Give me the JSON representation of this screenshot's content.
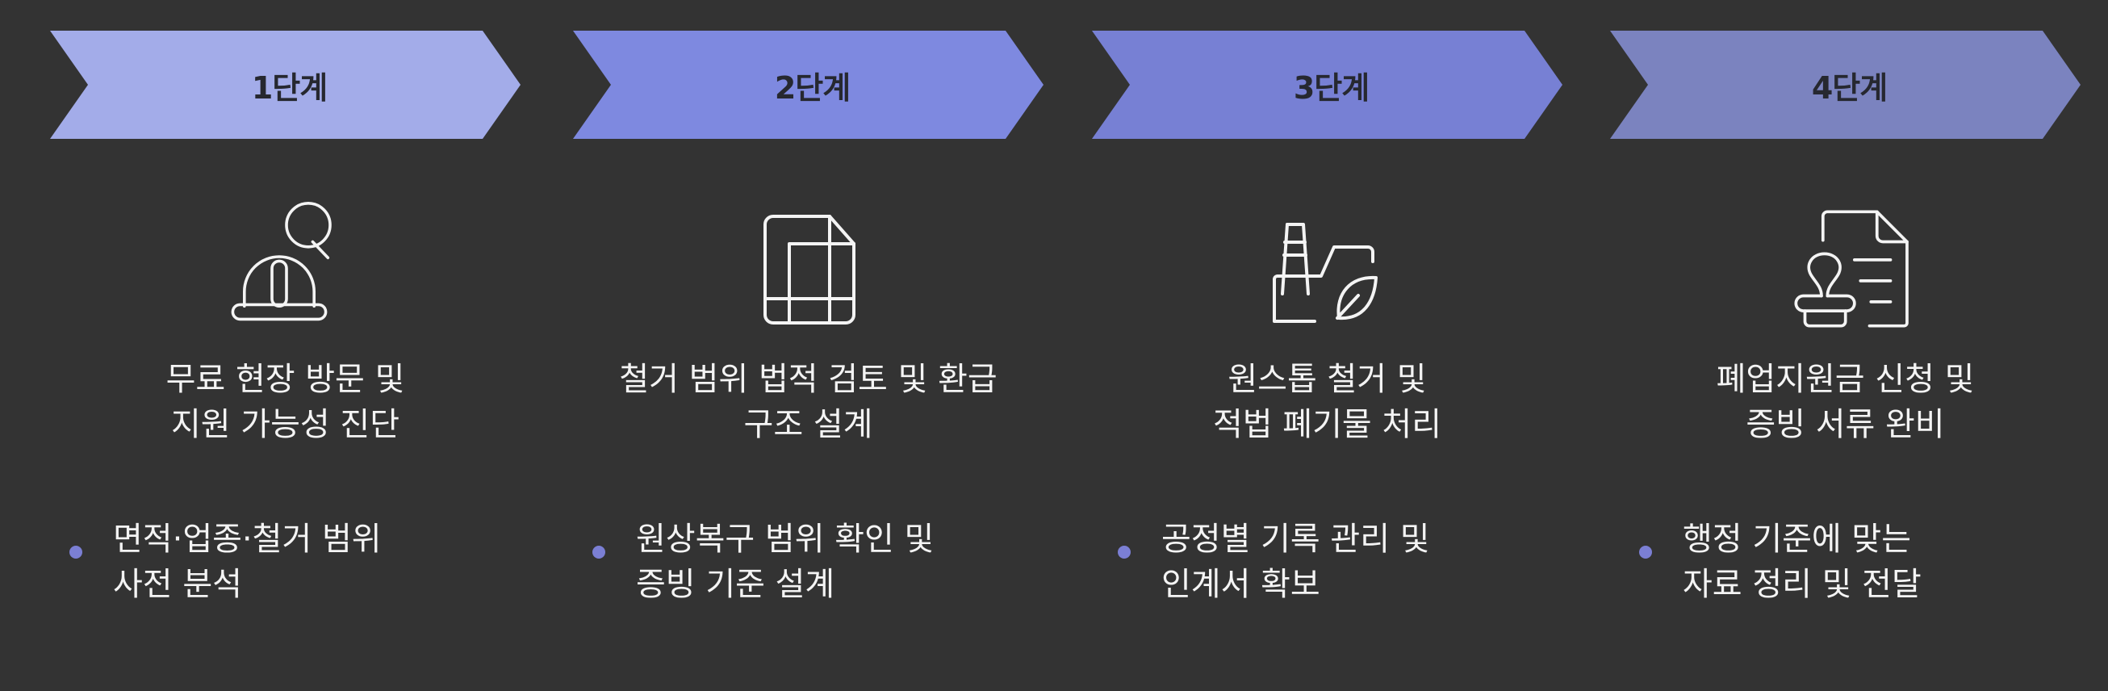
{
  "colors": {
    "background": "#333333",
    "chevron_1": "#a3ace9",
    "chevron_2": "#7e89e0",
    "chevron_3": "#7780d4",
    "chevron_4": "#7b83bf",
    "chevron_text": "#262830",
    "bullet_dot": "#7b7fd4",
    "text": "#f4f4f4"
  },
  "steps": [
    {
      "label": "1단계",
      "icon": "hardhat-search-icon",
      "title": "무료 현장 방문 및\n지원 가능성 진단",
      "bullet": "면적·업종·철거 범위\n사전 분석"
    },
    {
      "label": "2단계",
      "icon": "floor-plan-document-icon",
      "title": "철거 범위 법적 검토 및 환급\n구조 설계",
      "bullet": "원상복구 범위 확인 및\n증빙 기준 설계"
    },
    {
      "label": "3단계",
      "icon": "factory-leaf-icon",
      "title": "원스톱 철거 및\n적법 폐기물 처리",
      "bullet": "공정별 기록 관리 및\n인계서 확보"
    },
    {
      "label": "4단계",
      "icon": "stamp-document-icon",
      "title": "폐업지원금 신청 및\n증빙 서류 완비",
      "bullet": "행정 기준에 맞는\n자료 정리 및 전달"
    }
  ]
}
